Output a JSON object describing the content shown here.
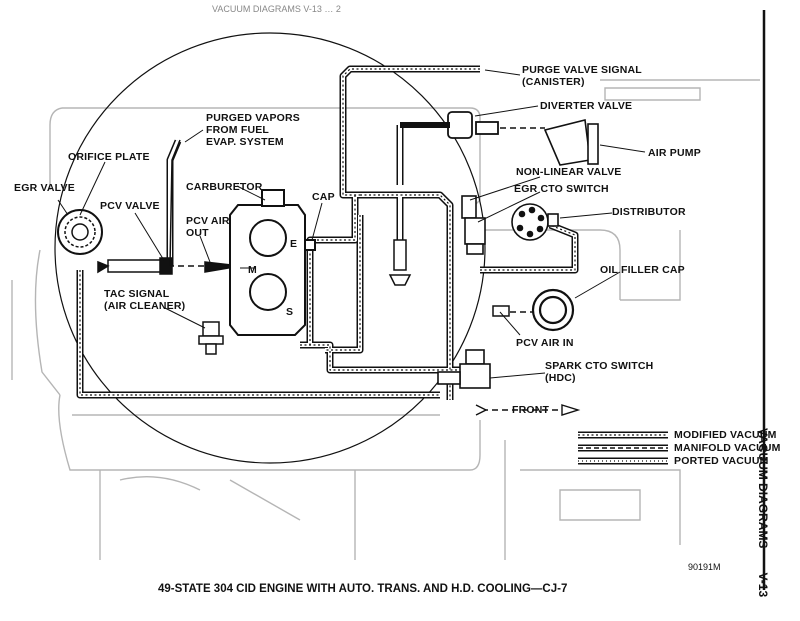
{
  "top_text": "VACUUM DIAGRAMS V-13 … 2",
  "labels": {
    "purge_valve_signal": "PURGE VALVE SIGNAL\n(CANISTER)",
    "diverter_valve": "DIVERTER VALVE",
    "air_pump": "AIR PUMP",
    "purged_vapors": "PURGED VAPORS\nFROM FUEL\nEVAP. SYSTEM",
    "orifice_plate": "ORIFICE PLATE",
    "egr_valve": "EGR VALVE",
    "pcv_valve": "PCV VALVE",
    "carburetor": "CARBURETOR",
    "cap": "CAP",
    "pcv_air_out": "PCV AIR\nOUT",
    "port_e": "E",
    "port_m": "M",
    "port_s": "S",
    "non_linear_valve": "NON-LINEAR VALVE",
    "egr_cto_switch": "EGR CTO SWITCH",
    "distributor": "DISTRIBUTOR",
    "oil_filler_cap": "OIL FILLER CAP",
    "tac_signal": "TAC SIGNAL\n(AIR CLEANER)",
    "pcv_air_in": "PCV AIR IN",
    "spark_cto_switch": "SPARK CTO SWITCH\n(HDC)",
    "front": "FRONT"
  },
  "legend": [
    {
      "label": "MODIFIED VACUUM",
      "style": "modified"
    },
    {
      "label": "MANIFOLD VACUUM",
      "style": "manifold"
    },
    {
      "label": "PORTED VACUUM",
      "style": "ported"
    }
  ],
  "side_title": "VACUUM DIAGRAMS",
  "side_page": "V-13",
  "figure_number": "90191M",
  "caption": "49-STATE 304 CID ENGINE WITH AUTO. TRANS. AND H.D. COOLING—CJ-7",
  "colors": {
    "ink": "#111111",
    "paper": "#ffffff",
    "faint": "#b5b5b5"
  }
}
